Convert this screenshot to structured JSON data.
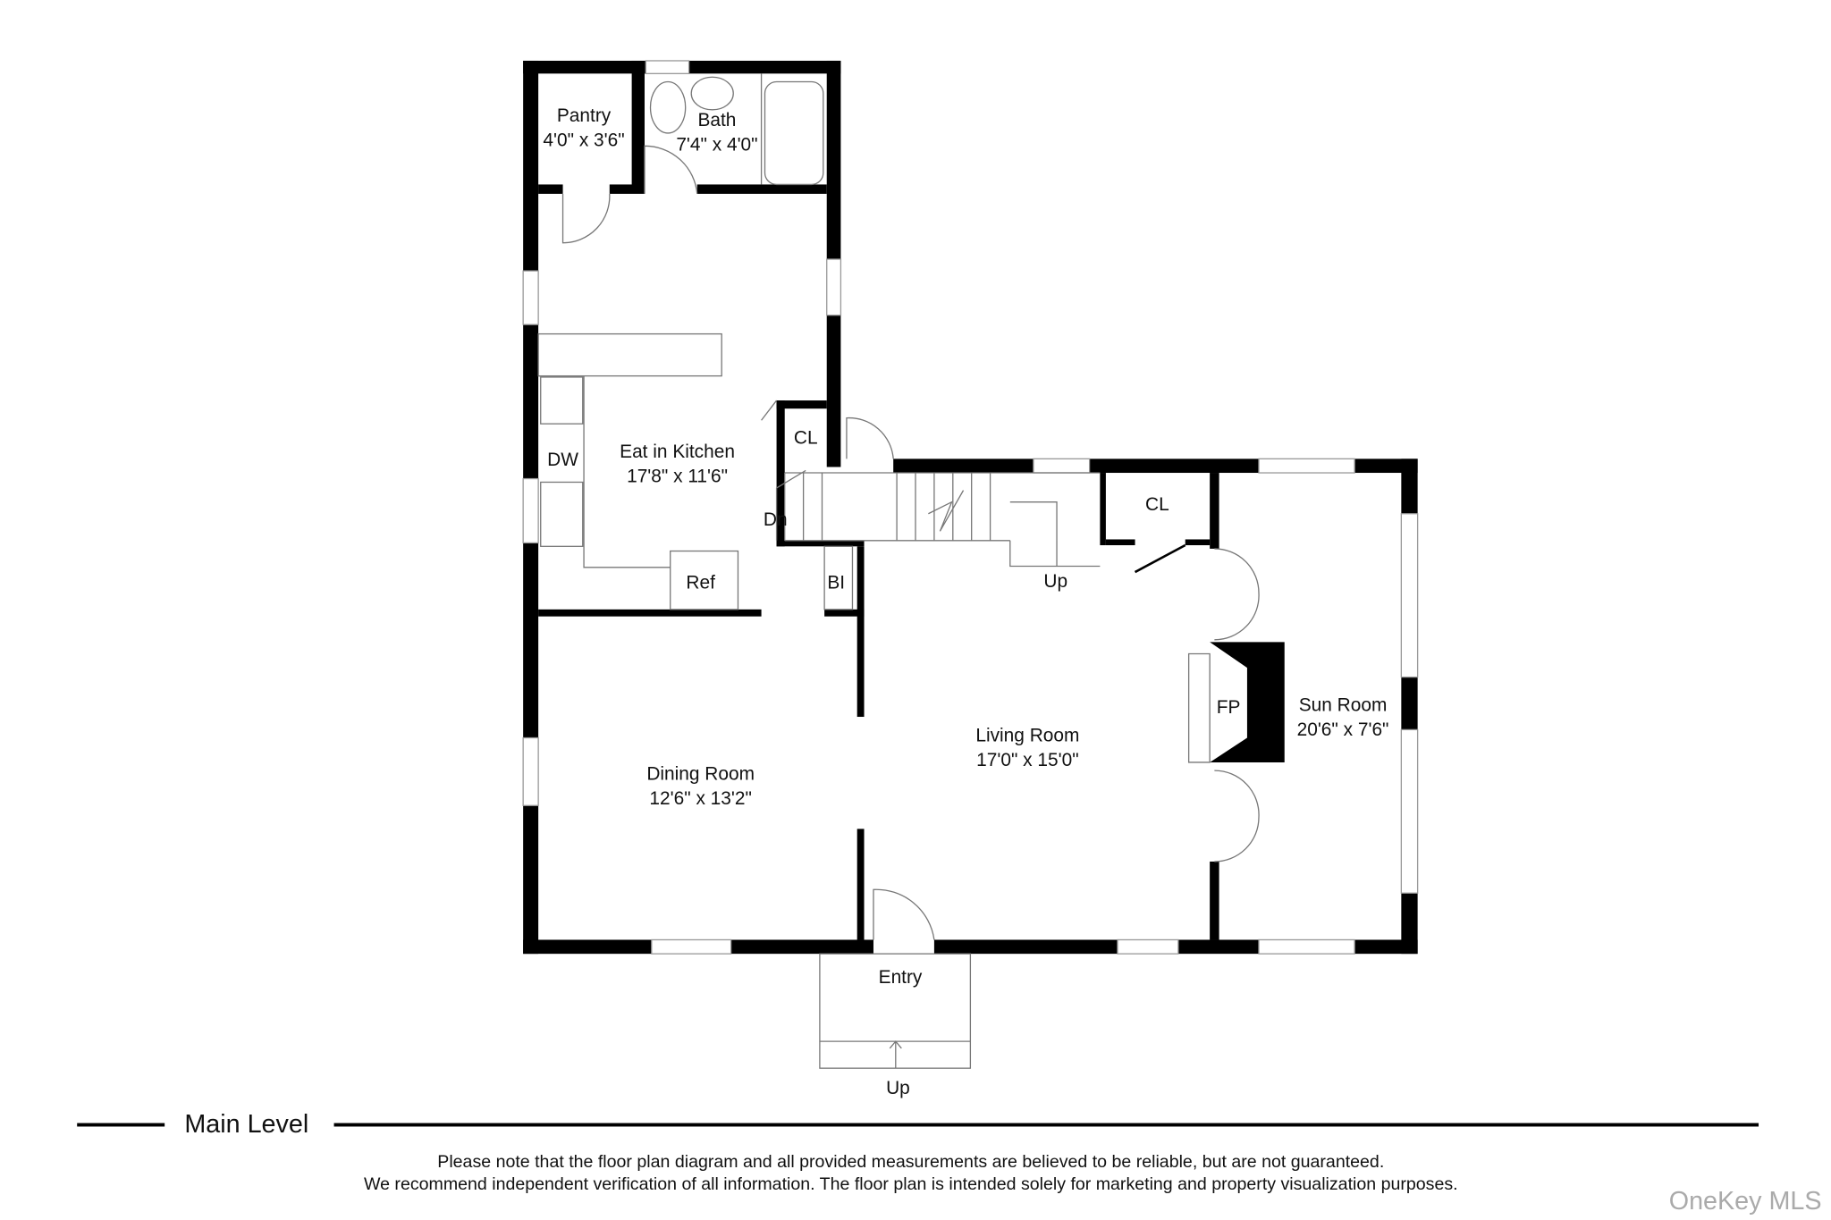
{
  "rooms": {
    "pantry": {
      "name": "Pantry",
      "size": "4'0\" x 3'6\""
    },
    "bath": {
      "name": "Bath",
      "size": "7'4\" x 4'0\""
    },
    "kitchen": {
      "name": "Eat in Kitchen",
      "size": "17'8\" x 11'6\""
    },
    "dining": {
      "name": "Dining Room",
      "size": "12'6\" x 13'2\""
    },
    "living": {
      "name": "Living Room",
      "size": "17'0\" x 15'0\""
    },
    "sun": {
      "name": "Sun Room",
      "size": "20'6\" x 7'6\""
    }
  },
  "labels": {
    "cl_kitchen": "CL",
    "cl_living": "CL",
    "dw": "DW",
    "ref": "Ref",
    "dn": "Dn",
    "bi": "BI",
    "up_stairs": "Up",
    "fp": "FP",
    "entry": "Entry",
    "up_entry": "Up"
  },
  "level_title": "Main Level",
  "disclaimer": {
    "line1": "Please note that the floor plan diagram and all provided measurements are believed to be reliable, but are not guaranteed.",
    "line2": "We recommend independent verification of all information. The floor plan is intended solely for marketing and property visualization purposes."
  },
  "watermark": "OneKey MLS"
}
